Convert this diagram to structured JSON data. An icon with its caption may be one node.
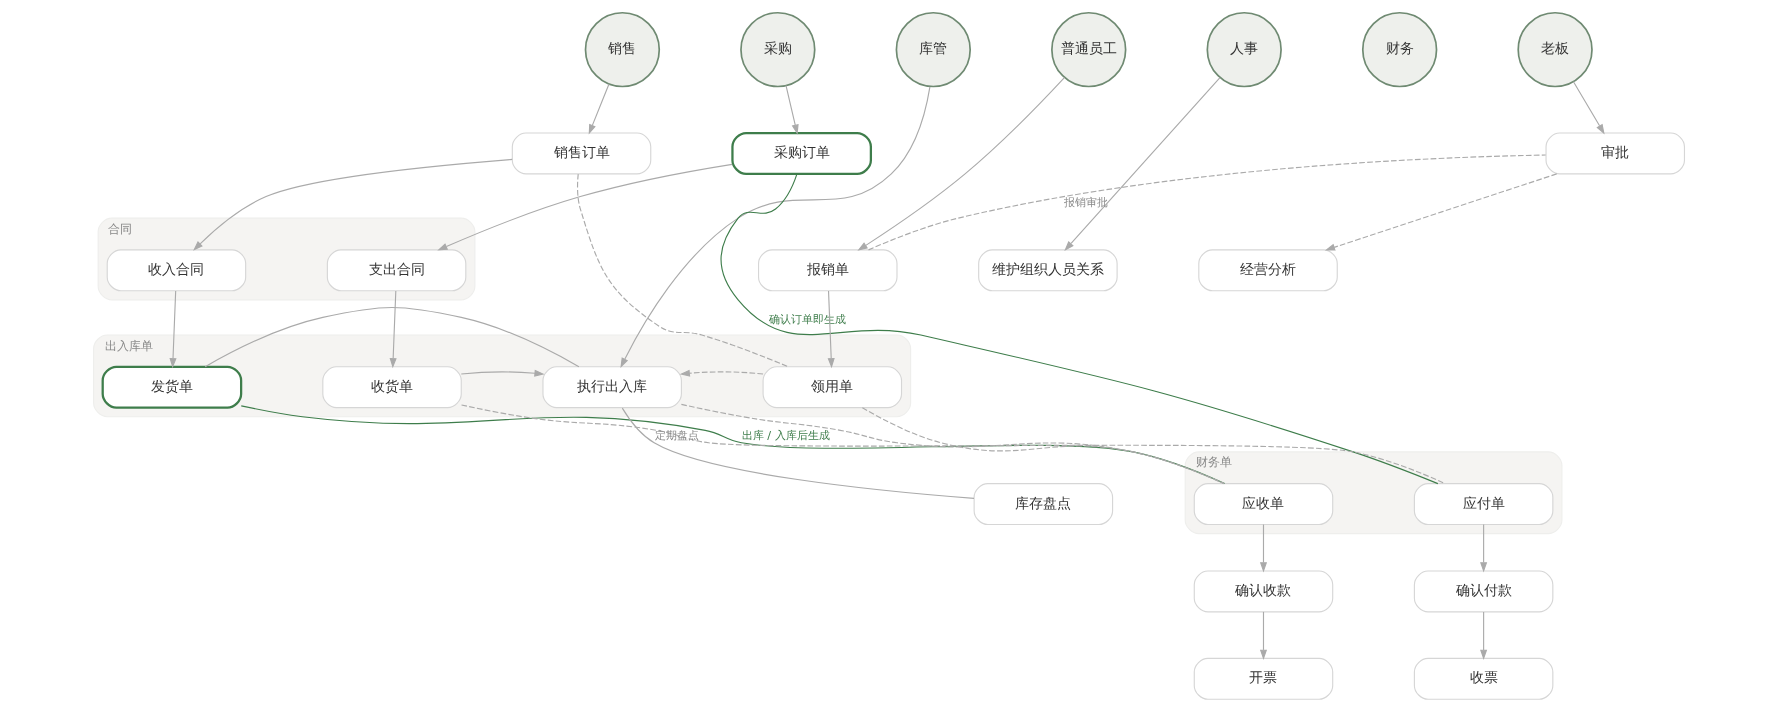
{
  "diagram": {
    "nodes": [
      {
        "text": [
          "销售"
        ]
      },
      {
        "text": [
          "采购"
        ]
      },
      {
        "text": [
          "库管"
        ]
      },
      {
        "text": [
          "普通员工"
        ]
      },
      {
        "text": [
          "人事"
        ]
      },
      {
        "text": [
          "财务"
        ]
      },
      {
        "text": [
          "老板"
        ]
      },
      {
        "text": [
          "销售订单"
        ]
      },
      {
        "text": [
          "采购订单"
        ]
      },
      {
        "text": [
          "合同"
        ]
      },
      {
        "text": [
          "收入合同"
        ],
        "in": 9
      },
      {
        "text": [
          "支出合同"
        ],
        "in": 9
      },
      {
        "text": [
          "报销单"
        ]
      },
      {
        "text": [
          "维护组织人员关系"
        ]
      },
      {
        "text": [
          "审批"
        ]
      },
      {
        "text": [
          "经营分析"
        ]
      },
      {
        "text": [
          "出入库单"
        ]
      },
      {
        "text": [
          "发货单"
        ],
        "in": 16
      },
      {
        "text": [
          "收货单"
        ],
        "in": 16
      },
      {
        "text": [
          "执行出入库"
        ],
        "in": 16
      },
      {
        "text": [
          "领用单"
        ],
        "in": 16
      },
      {
        "text": [
          "库存盘点"
        ]
      },
      {
        "text": [
          "财务单"
        ]
      },
      {
        "text": [
          "应收单"
        ],
        "in": 22
      },
      {
        "text": [
          "应付单"
        ],
        "in": 22
      },
      {
        "text": [
          "确认收款"
        ]
      },
      {
        "text": [
          "确认付款"
        ]
      },
      {
        "text": [
          "开票"
        ]
      },
      {
        "text": [
          "收票"
        ]
      }
    ],
    "edges": [
      {
        "from": 0,
        "to": 7,
        "arrow": "to"
      },
      {
        "from": 1,
        "to": 8,
        "arrow": "to"
      },
      {
        "from": 2,
        "to": 19,
        "arrow": "to"
      },
      {
        "from": 3,
        "to": 12,
        "arrow": "to"
      },
      {
        "from": 4,
        "to": 13,
        "arrow": "to"
      },
      {
        "from": 6,
        "to": 14,
        "arrow": "to"
      },
      {
        "from": 7,
        "to": 10,
        "arrow": "to"
      },
      {
        "from": 8,
        "to": 11,
        "arrow": "to"
      },
      {
        "from": 10,
        "to": 17,
        "arrow": "to"
      },
      {
        "from": 11,
        "to": 18,
        "arrow": "to"
      },
      {
        "from": 12,
        "to": 20,
        "arrow": "to"
      },
      {
        "from": 7,
        "to": 20,
        "arrow": "none",
        "style": "dashed"
      },
      {
        "from": 12,
        "to": 14,
        "arrow": "none",
        "style": "dashed",
        "label": "报销审批"
      },
      {
        "from": 14,
        "to": 15,
        "arrow": "to",
        "style": "dashed"
      },
      {
        "from": 17,
        "to": 19,
        "arrow": "none"
      },
      {
        "from": 18,
        "to": 19,
        "arrow": "to"
      },
      {
        "from": 20,
        "to": 19,
        "arrow": "to",
        "style": "dashed"
      },
      {
        "from": 19,
        "to": 21,
        "arrow": "none",
        "label": "定期盘点"
      },
      {
        "from": 18,
        "to": 24,
        "arrow": "none",
        "style": "dashed"
      },
      {
        "from": 19,
        "to": 23,
        "arrow": "none",
        "style": "dashed"
      },
      {
        "from": 20,
        "to": 23,
        "arrow": "none",
        "style": "dashed"
      },
      {
        "from": 8,
        "to": 24,
        "arrow": "none",
        "color": "#3e7d4b",
        "label": "确认订单即生成"
      },
      {
        "from": 17,
        "to": 23,
        "arrow": "none",
        "color": "#3e7d4b",
        "label": "出库 / 入库后生成"
      },
      {
        "from": 23,
        "to": 25,
        "arrow": "to"
      },
      {
        "from": 24,
        "to": 26,
        "arrow": "to"
      },
      {
        "from": 25,
        "to": 27,
        "arrow": "to"
      },
      {
        "from": 26,
        "to": 28,
        "arrow": "to"
      }
    ]
  }
}
